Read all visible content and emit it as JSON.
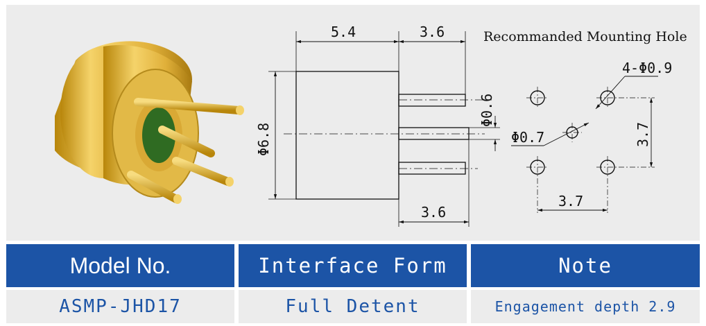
{
  "drawing": {
    "title": "Recommanded Mounting Hole",
    "dims": {
      "body_length": "5.4",
      "pin_length_top": "3.6",
      "pin_length_bottom": "3.6",
      "body_diameter": "Φ6.8",
      "pin_diameter": "Φ0.6",
      "hole_pattern": "4-Φ0.9",
      "center_hole": "Φ0.7",
      "spacing_vertical": "3.7",
      "spacing_horizontal": "3.7"
    }
  },
  "table": {
    "headers": [
      "Model No.",
      "Interface Form",
      "Note"
    ],
    "row": [
      "ASMP-JHD17",
      "Full Detent",
      "Engagement depth 2.9"
    ]
  }
}
